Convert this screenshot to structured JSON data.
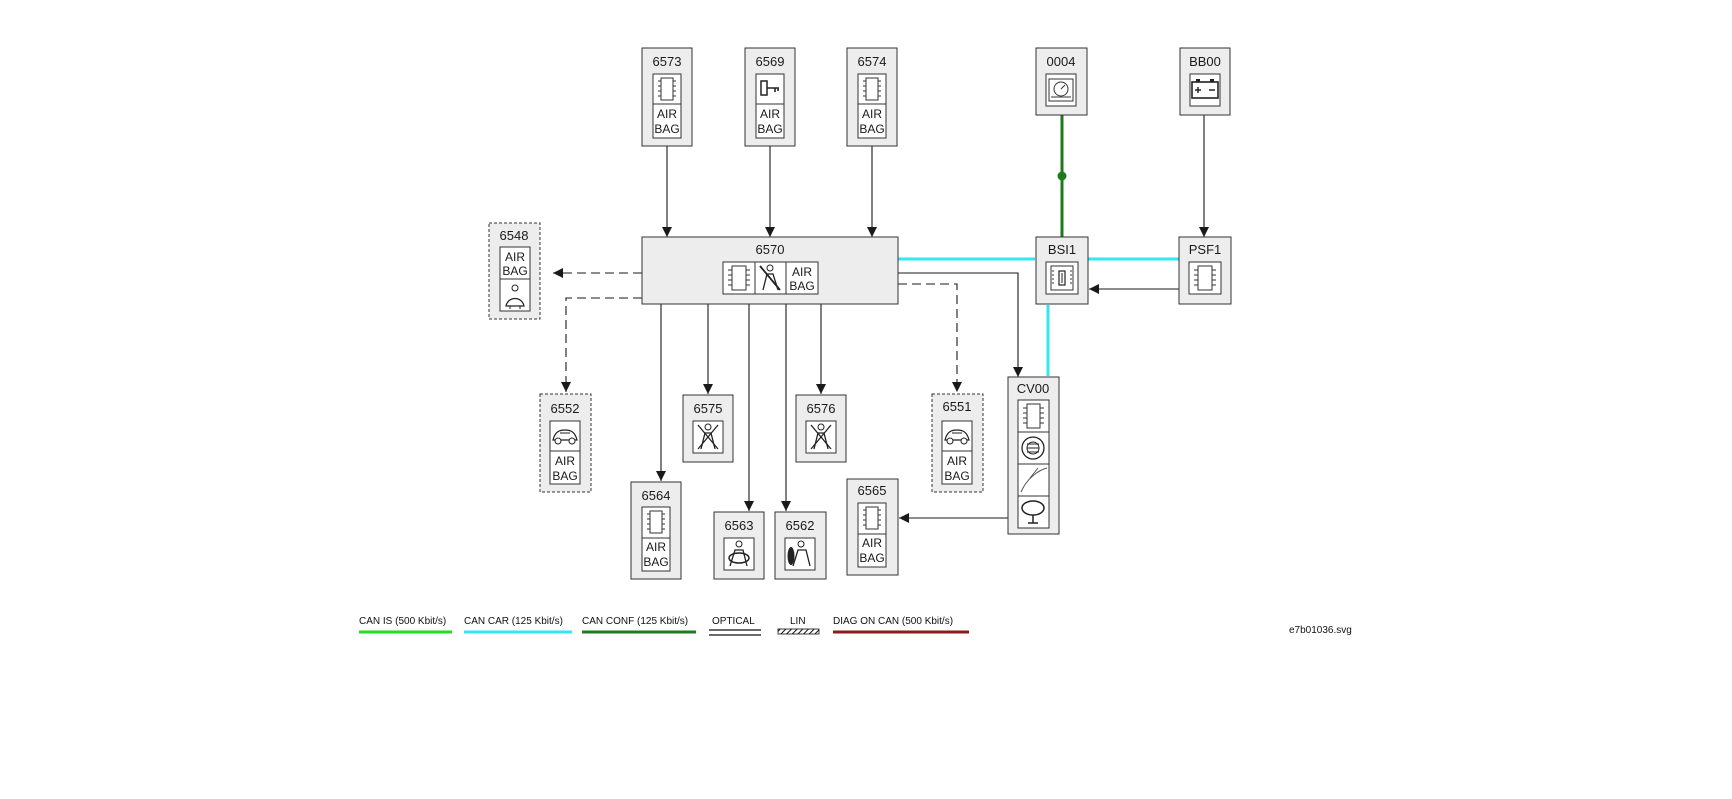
{
  "diagram": {
    "file_name": "e7b01036.svg",
    "modules": {
      "m6573": {
        "code": "6573",
        "icon": "ecu-chip-icon",
        "airbag": [
          "AIR",
          "BAG"
        ]
      },
      "m6569": {
        "code": "6569",
        "icon": "key-icon",
        "airbag": [
          "AIR",
          "BAG"
        ]
      },
      "m6574": {
        "code": "6574",
        "icon": "ecu-chip-icon",
        "airbag": [
          "AIR",
          "BAG"
        ]
      },
      "m0004": {
        "code": "0004",
        "icon": "instrument-gauge-icon"
      },
      "mBB00": {
        "code": "BB00",
        "icon": "battery-icon"
      },
      "m6548": {
        "code": "6548",
        "icon": "curtain-airbag-icon",
        "airbag": [
          "AIR",
          "BAG"
        ]
      },
      "m6570": {
        "code": "6570",
        "icons": [
          "ecu-chip-icon",
          "seatbelt-passenger-icon"
        ],
        "airbag": [
          "AIR",
          "BAG"
        ]
      },
      "mBSI1": {
        "code": "BSI1",
        "icon": "fuse-box-icon"
      },
      "mPSF1": {
        "code": "PSF1",
        "icon": "ecu-chip-icon"
      },
      "m6552": {
        "code": "6552",
        "icon": "side-impact-car-icon",
        "airbag": [
          "AIR",
          "BAG"
        ]
      },
      "m6575": {
        "code": "6575",
        "icon": "seatbelt-pretensioner-icon"
      },
      "m6576": {
        "code": "6576",
        "icon": "seatbelt-pretensioner-icon"
      },
      "m6551": {
        "code": "6551",
        "icon": "side-impact-car-icon",
        "airbag": [
          "AIR",
          "BAG"
        ]
      },
      "mCV00": {
        "code": "CV00",
        "icons": [
          "ecu-chip-icon",
          "radio-control-icon",
          "wiper-icon",
          "horn-icon"
        ]
      },
      "m6564": {
        "code": "6564",
        "icon": "ecu-chip-icon",
        "airbag": [
          "AIR",
          "BAG"
        ]
      },
      "m6563": {
        "code": "6563",
        "icon": "driver-airbag-icon"
      },
      "m6562": {
        "code": "6562",
        "icon": "passenger-airbag-icon"
      },
      "m6565": {
        "code": "6565",
        "icon": "ecu-chip-icon",
        "airbag": [
          "AIR",
          "BAG"
        ]
      }
    },
    "colors": {
      "can_is": "#22dd22",
      "can_car": "#33e6ef",
      "can_conf": "#1f7a1f",
      "diag_on_can": "#8b1a1a",
      "wire": "#1a1a1a",
      "module_fill": "#ededed"
    },
    "legend": [
      {
        "label": "CAN IS (500 Kbit/s)",
        "style": "can_is"
      },
      {
        "label": "CAN CAR (125 Kbit/s)",
        "style": "can_car"
      },
      {
        "label": "CAN CONF (125 Kbit/s)",
        "style": "can_conf"
      },
      {
        "label": "OPTICAL",
        "style": "optical"
      },
      {
        "label": "LIN",
        "style": "lin"
      },
      {
        "label": "DIAG ON CAN  (500 Kbit/s)",
        "style": "diag_on_can"
      }
    ]
  }
}
